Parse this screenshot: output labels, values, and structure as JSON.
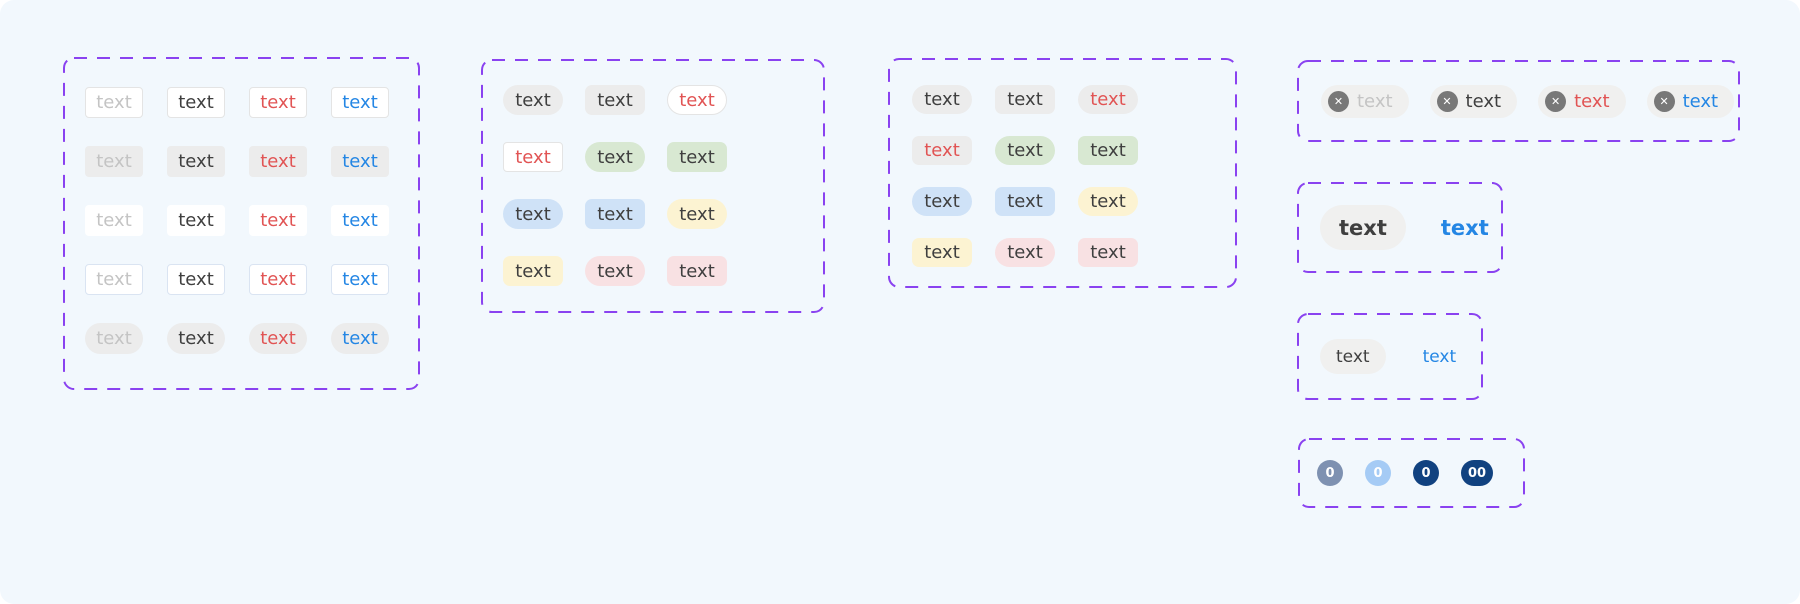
{
  "palette": {
    "page_bg": "#f2f8fd",
    "purple_dash": "#8a42f0",
    "white": "#ffffff",
    "text_muted": "#c4c4c4",
    "text_dark": "#3f3f3f",
    "text_red": "#e15454",
    "text_blue": "#2486e4",
    "bg_gray": "#ececec",
    "bg_gray_light": "#f0f0ef",
    "bg_green": "#d8e8d2",
    "bg_blue": "#cfe2f7",
    "bg_yellow": "#fcf3d2",
    "bg_pink": "#f8e1e3",
    "border_gray": "#e4e4e4",
    "border_blue": "#dae4f2",
    "badge_slate": "#7e91b1",
    "badge_lightblue": "#a5cbf5",
    "badge_navy": "#114280",
    "close_icon_bg": "#787878"
  },
  "icons": {
    "close_glyph": "✕"
  },
  "groups": {
    "basic": {
      "rows": [
        {
          "variant": "outlined",
          "cells": [
            {
              "label": "text",
              "text_color": "muted"
            },
            {
              "label": "text",
              "text_color": "dark"
            },
            {
              "label": "text",
              "text_color": "red"
            },
            {
              "label": "text",
              "text_color": "blue"
            }
          ]
        },
        {
          "variant": "filled",
          "cells": [
            {
              "label": "text",
              "text_color": "muted"
            },
            {
              "label": "text",
              "text_color": "dark"
            },
            {
              "label": "text",
              "text_color": "red"
            },
            {
              "label": "text",
              "text_color": "blue"
            }
          ]
        },
        {
          "variant": "plain",
          "cells": [
            {
              "label": "text",
              "text_color": "muted"
            },
            {
              "label": "text",
              "text_color": "dark"
            },
            {
              "label": "text",
              "text_color": "red"
            },
            {
              "label": "text",
              "text_color": "blue"
            }
          ]
        },
        {
          "variant": "outlined_accent",
          "cells": [
            {
              "label": "text",
              "text_color": "muted"
            },
            {
              "label": "text",
              "text_color": "dark"
            },
            {
              "label": "text",
              "text_color": "red"
            },
            {
              "label": "text",
              "text_color": "blue"
            }
          ]
        },
        {
          "variant": "pill",
          "cells": [
            {
              "label": "text",
              "text_color": "muted"
            },
            {
              "label": "text",
              "text_color": "dark"
            },
            {
              "label": "text",
              "text_color": "red"
            },
            {
              "label": "text",
              "text_color": "blue"
            }
          ]
        }
      ]
    },
    "colored_bordered": {
      "cells": [
        {
          "label": "text",
          "shape": "pill",
          "bg": "gray",
          "border": "none",
          "text_color": "dark"
        },
        {
          "label": "text",
          "shape": "round",
          "bg": "gray",
          "border": "none",
          "text_color": "dark"
        },
        {
          "label": "text",
          "shape": "pill",
          "bg": "white",
          "border": "gray",
          "text_color": "red"
        },
        {
          "label": "text",
          "shape": "square",
          "bg": "white",
          "border": "gray",
          "text_color": "red"
        },
        {
          "label": "text",
          "shape": "pill",
          "bg": "green",
          "border": "none",
          "text_color": "dark"
        },
        {
          "label": "text",
          "shape": "round",
          "bg": "green",
          "border": "none",
          "text_color": "dark"
        },
        {
          "label": "text",
          "shape": "pill",
          "bg": "blue",
          "border": "none",
          "text_color": "dark"
        },
        {
          "label": "text",
          "shape": "round",
          "bg": "blue",
          "border": "none",
          "text_color": "dark"
        },
        {
          "label": "text",
          "shape": "pill",
          "bg": "yellow",
          "border": "none",
          "text_color": "dark"
        },
        {
          "label": "text",
          "shape": "round",
          "bg": "yellow",
          "border": "none",
          "text_color": "dark"
        },
        {
          "label": "text",
          "shape": "pill",
          "bg": "pink",
          "border": "none",
          "text_color": "dark"
        },
        {
          "label": "text",
          "shape": "round",
          "bg": "pink",
          "border": "none",
          "text_color": "dark"
        }
      ]
    },
    "colored_plain": {
      "cells": [
        {
          "label": "text",
          "shape": "pill",
          "bg": "gray",
          "border": "none",
          "text_color": "dark"
        },
        {
          "label": "text",
          "shape": "round",
          "bg": "gray",
          "border": "none",
          "text_color": "dark"
        },
        {
          "label": "text",
          "shape": "pill",
          "bg": "gray",
          "border": "none",
          "text_color": "red"
        },
        {
          "label": "text",
          "shape": "round",
          "bg": "gray",
          "border": "none",
          "text_color": "red"
        },
        {
          "label": "text",
          "shape": "pill",
          "bg": "green",
          "border": "none",
          "text_color": "dark"
        },
        {
          "label": "text",
          "shape": "round",
          "bg": "green",
          "border": "none",
          "text_color": "dark"
        },
        {
          "label": "text",
          "shape": "pill",
          "bg": "blue",
          "border": "none",
          "text_color": "dark"
        },
        {
          "label": "text",
          "shape": "round",
          "bg": "blue",
          "border": "none",
          "text_color": "dark"
        },
        {
          "label": "text",
          "shape": "pill",
          "bg": "yellow",
          "border": "none",
          "text_color": "dark"
        },
        {
          "label": "text",
          "shape": "round",
          "bg": "yellow",
          "border": "none",
          "text_color": "dark"
        },
        {
          "label": "text",
          "shape": "pill",
          "bg": "pink",
          "border": "none",
          "text_color": "dark"
        },
        {
          "label": "text",
          "shape": "round",
          "bg": "pink",
          "border": "none",
          "text_color": "dark"
        }
      ]
    },
    "closable": {
      "items": [
        {
          "label": "text",
          "text_color": "muted"
        },
        {
          "label": "text",
          "text_color": "dark"
        },
        {
          "label": "text",
          "text_color": "red"
        },
        {
          "label": "text",
          "text_color": "blue"
        }
      ]
    },
    "large_bold": {
      "items": [
        {
          "label": "text",
          "kind": "pill",
          "text_color": "dark"
        },
        {
          "label": "text",
          "kind": "text",
          "text_color": "blue"
        }
      ]
    },
    "medium": {
      "items": [
        {
          "label": "text",
          "kind": "pill",
          "text_color": "dark"
        },
        {
          "label": "text",
          "kind": "text",
          "text_color": "blue"
        }
      ]
    },
    "counters": {
      "items": [
        {
          "value": "0",
          "bg": "slate",
          "shape": "circle"
        },
        {
          "value": "0",
          "bg": "lightblue",
          "shape": "circle"
        },
        {
          "value": "0",
          "bg": "navy",
          "shape": "circle"
        },
        {
          "value": "00",
          "bg": "navy",
          "shape": "pill"
        }
      ]
    }
  }
}
